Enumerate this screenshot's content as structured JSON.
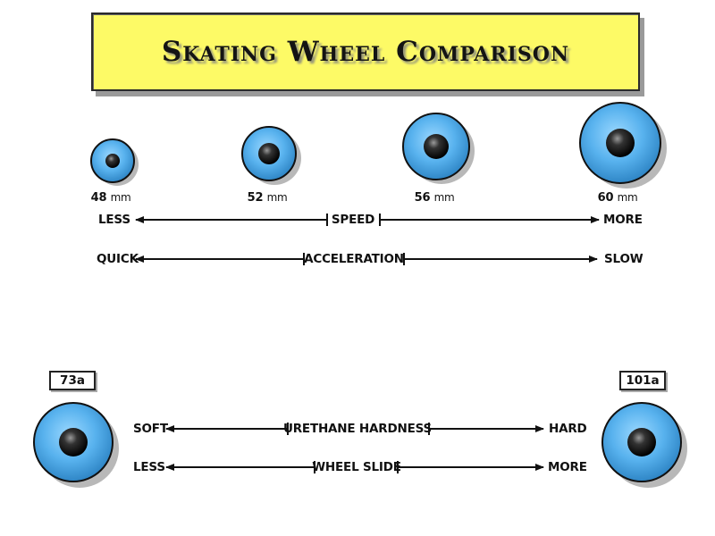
{
  "title": "Skating Wheel Comparison",
  "sizes": [
    {
      "value": "48",
      "unit": "mm"
    },
    {
      "value": "52",
      "unit": "mm"
    },
    {
      "value": "56",
      "unit": "mm"
    },
    {
      "value": "60",
      "unit": "mm"
    }
  ],
  "scales": {
    "speed": {
      "left": "LESS",
      "center": "SPEED",
      "right": "MORE"
    },
    "acceleration": {
      "left": "QUICK",
      "center": "ACCELERATION",
      "right": "SLOW"
    },
    "hardness": {
      "left": "SOFT",
      "center": "URETHANE HARDNESS",
      "right": "HARD"
    },
    "slide": {
      "left": "LESS",
      "center": "WHEEL SLIDE",
      "right": "MORE"
    }
  },
  "hardness_labels": {
    "soft": "73a",
    "hard": "101a"
  },
  "colors": {
    "title_bg": "#fdfa66",
    "wheel_blue": "#5ab4ee",
    "hub_dark": "#111111"
  }
}
